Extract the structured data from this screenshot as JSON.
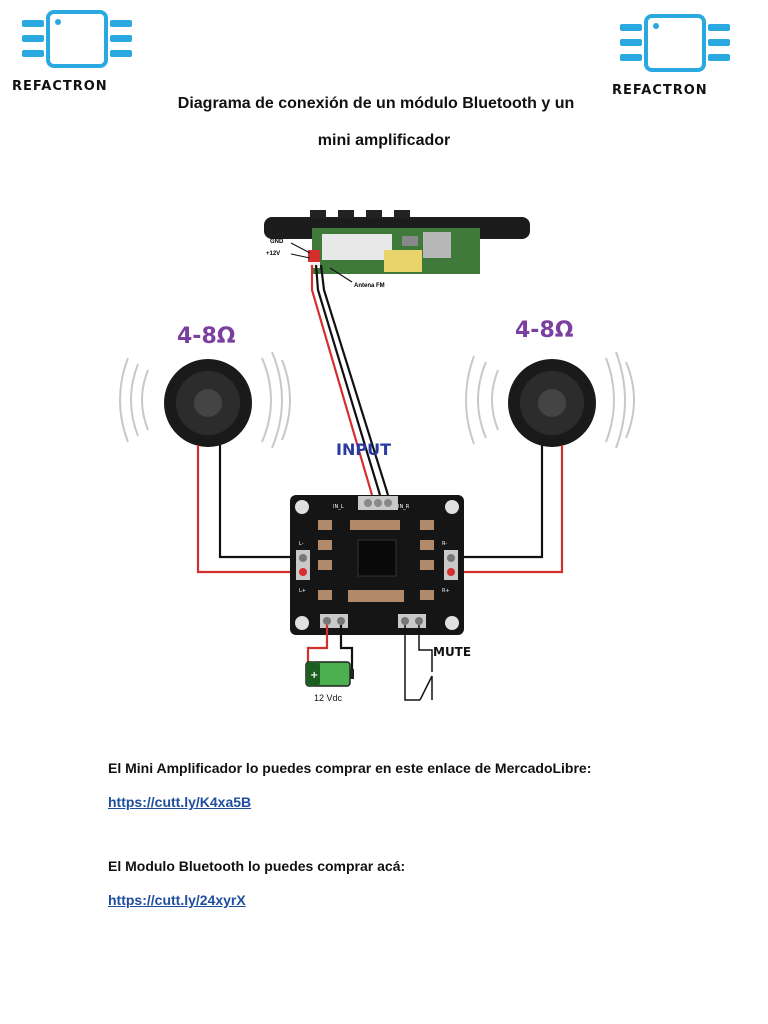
{
  "brand": {
    "name": "REFACTRON",
    "color": "#29a9e0"
  },
  "header": {
    "title_line1": "Diagrama de conexión de un módulo Bluetooth y un",
    "title_line2": "mini amplificador"
  },
  "diagram": {
    "module_labels": {
      "gnd": "GND",
      "v12": "+12V",
      "antenna": "Antena FM"
    },
    "speaker_left_label": "4-8Ω",
    "speaker_right_label": "4-8Ω",
    "input_label": "INPUT",
    "mute_label": "MUTE",
    "battery_label": "12 Vdc",
    "board_pins": {
      "in_l": "IN_L",
      "in_r": "IN_R",
      "l_minus": "L-",
      "l_plus": "L+",
      "r_minus": "R-",
      "r_plus": "R+"
    },
    "colors": {
      "wire_red": "#d32f2f",
      "wire_black": "#111111",
      "label_purple": "#7b3fa0",
      "input_blue": "#2b3aa0"
    }
  },
  "content": {
    "amp_text": "El Mini Amplificador lo puedes comprar en este enlace de MercadoLibre:",
    "amp_link": "https://cutt.ly/K4xa5B",
    "bt_text": "El Modulo Bluetooth lo puedes comprar acá:",
    "bt_link": "https://cutt.ly/24xyrX"
  }
}
